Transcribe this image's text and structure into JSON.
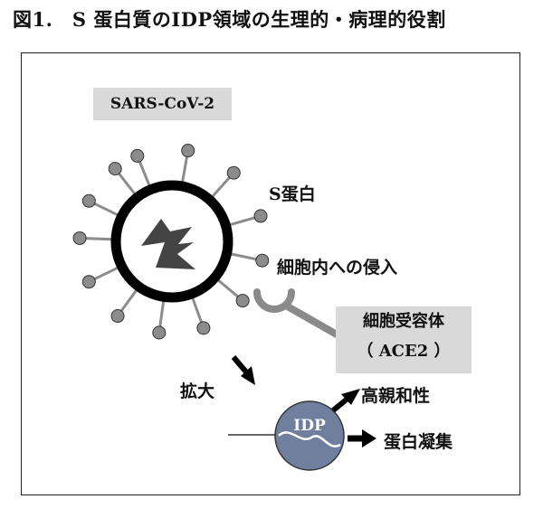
{
  "title": "図1.　S 蛋白質のIDP領域の生理的・病理的役割",
  "virus_label": "SARS-CoV-2",
  "s_protein_label": "S蛋白",
  "entry_label": "細胞内への侵入",
  "receptor_label": "細胞受容体",
  "receptor_name": "（ ACE2 ）",
  "spread_label": "拡大",
  "idp_label": "IDP",
  "pathogenicity_label": "高親和性",
  "aggregation_label": "蛋白凝集",
  "colors": {
    "spike_head": "#8c8c8c",
    "virus_ring": "#000000",
    "idp_circle": "#6f7f9d",
    "receptor": "#8a8a8a",
    "tag_bg": "#d9d9d9"
  },
  "icons": [
    "lightning-bolt-icon",
    "arrow-icon"
  ]
}
